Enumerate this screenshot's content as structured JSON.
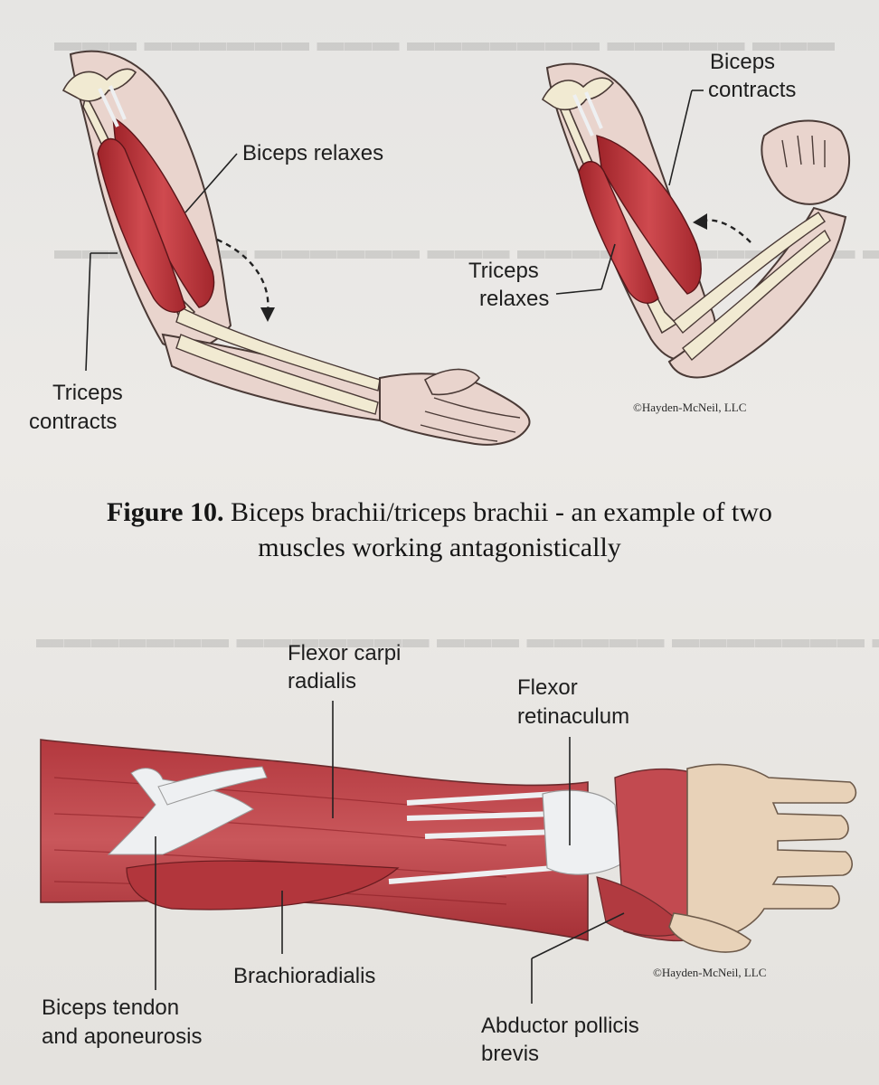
{
  "figure10": {
    "labels": {
      "biceps_relaxes": "Biceps relaxes",
      "triceps_contracts_1": "Triceps",
      "triceps_contracts_2": "contracts",
      "biceps_contracts_1": "Biceps",
      "biceps_contracts_2": "contracts",
      "triceps_relaxes_1": "Triceps",
      "triceps_relaxes_2": "relaxes"
    },
    "copyright": "©Hayden-McNeil, LLC",
    "caption": {
      "number": "Figure 10.",
      "line1_text": " Biceps brachii/triceps brachii - an example of two",
      "line2_text": "muscles working antagonistically"
    }
  },
  "forearm_figure": {
    "labels": {
      "flexor_carpi_1": "Flexor carpi",
      "flexor_carpi_2": "radialis",
      "flexor_retinaculum_1": "Flexor",
      "flexor_retinaculum_2": "retinaculum",
      "brachioradialis": "Brachioradialis",
      "biceps_tendon_1": "Biceps tendon",
      "biceps_tendon_2": "and aponeurosis",
      "abductor_1": "Abductor pollicis",
      "abductor_2": "brevis"
    },
    "copyright": "©Hayden-McNeil, LLC"
  },
  "colors": {
    "muscle": "#c0343a",
    "skin": "#ead6cf",
    "bone": "#f1ead2",
    "tendon": "#eef0f2"
  }
}
